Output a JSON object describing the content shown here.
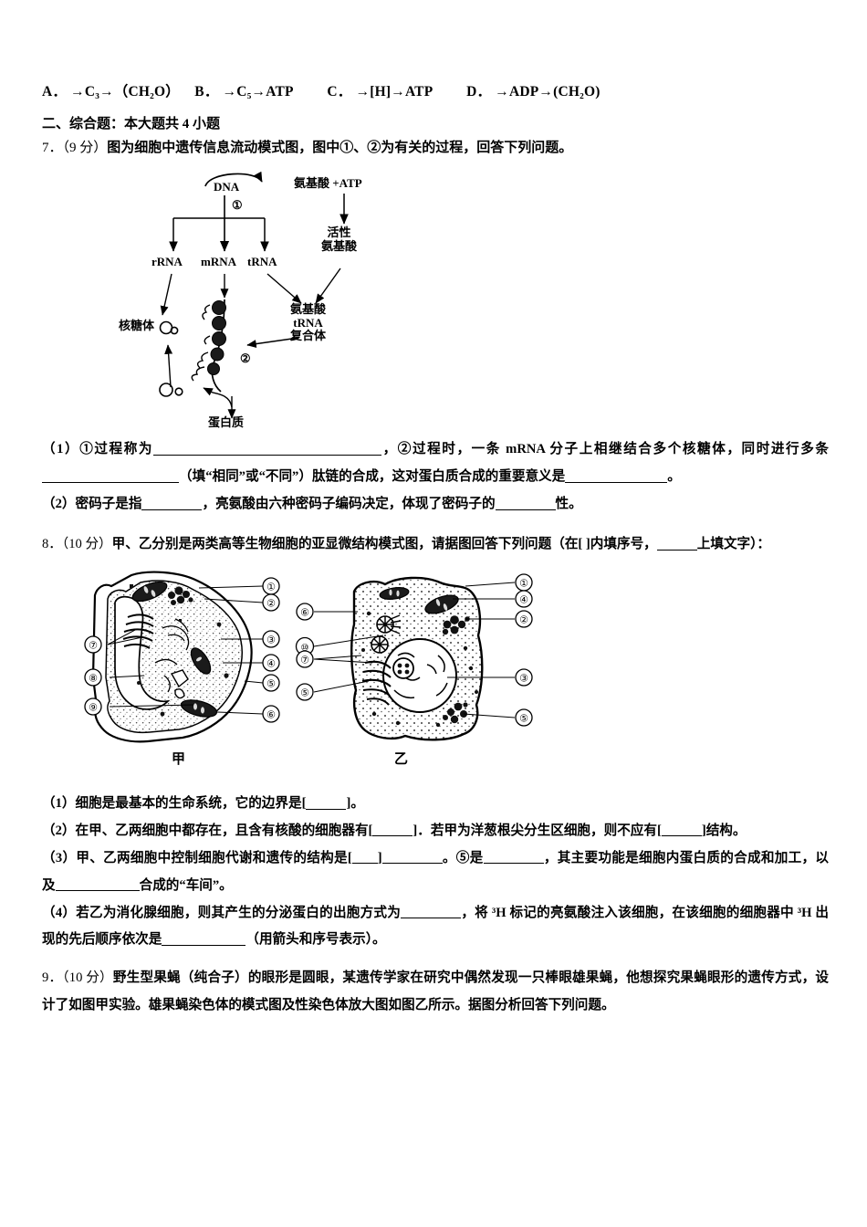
{
  "document": {
    "type": "exam-paper",
    "language": "zh-CN",
    "subject": "biology"
  },
  "choices": {
    "a_label": "A．",
    "a_text": "→C₃→（CH₂O）",
    "b_label": "B．",
    "b_text": "→C₅→ATP",
    "c_label": "C．",
    "c_text": "→[H]→ATP",
    "d_label": "D．",
    "d_text": "→ADP→(CH₂O)"
  },
  "section": {
    "heading": "二、综合题：本大题共 4 小题"
  },
  "q7": {
    "number": "7．",
    "score": "（9 分）",
    "stem": "图为细胞中遗传信息流动模式图，图中①、②为有关的过程，回答下列问题。",
    "figure": {
      "name": "genetic-information-flow-diagram",
      "nodes": {
        "dna": "DNA",
        "process1": "①",
        "rrna": "rRNA",
        "mrna": "mRNA",
        "trna": "tRNA",
        "amino_acid_atp": "氨基酸 +ATP",
        "active_amino_acid": "活性\n氨基酸",
        "aa_trna_complex": "氨基酸\ntRNA\n复合体",
        "ribosome": "核糖体",
        "process2": "②",
        "protein": "蛋白质"
      }
    },
    "sub1": {
      "prefix": "（1）①过程称为",
      "mid1": "，②过程时，一条 mRNA 分子上相继结合多个核糖体，同时进行多条",
      "mid2": "（填“相同”或“不同”）肽链的合成，这对蛋白质合成的重要意义是",
      "tail": "。"
    },
    "sub2": {
      "prefix": "（2）密码子是指",
      "mid1": "，亮氨酸由六种密码子编码决定，体现了密码子的",
      "tail": "性。"
    }
  },
  "q8": {
    "number": "8．",
    "score": "（10 分）",
    "stem_a": "甲、乙分别是两类高等生物细胞的亚显微结构模式图，请据图回答下列问题（在[  ]内填序号，",
    "stem_b": "上填文字）：",
    "figure": {
      "name": "two-cell-ultrastructure-diagram",
      "caption_left": "甲",
      "caption_right": "乙",
      "left_labels": [
        "①",
        "②",
        "③",
        "④",
        "⑤",
        "⑥",
        "⑦",
        "⑧",
        "⑨"
      ],
      "right_labels": [
        "①",
        "④",
        "②",
        "③",
        "⑤",
        "⑥",
        "⑩",
        "⑦",
        "⑤"
      ]
    },
    "sub1": {
      "prefix": "（1）细胞是最基本的生命系统，它的边界是[",
      "tail": "]。"
    },
    "sub2": {
      "prefix": "（2）在甲、乙两细胞中都存在，且含有核酸的细胞器有[",
      "mid": "]．若甲为洋葱根尖分生区细胞，则不应有[",
      "tail": "]结构。"
    },
    "sub3": {
      "prefix": "（3）甲、乙两细胞中控制细胞代谢和遗传的结构是[",
      "mid1": "]",
      "mid2": "。⑤是",
      "mid3": "，其主要功能是细胞内蛋白质的合成和加工，以及",
      "tail": "合成的“车间”。"
    },
    "sub4": {
      "prefix": "（4）若乙为消化腺细胞，则其产生的分泌蛋白的出胞方式为",
      "mid1": "，将 ³H 标记的亮氨酸注入该细胞，在该细胞的细胞器中 ³H 出现的先后顺序依次是",
      "tail": "（用箭头和序号表示）。"
    }
  },
  "q9": {
    "number": "9．",
    "score": "（10 分）",
    "stem": "野生型果蝇（纯合子）的眼形是圆眼，某遗传学家在研究中偶然发现一只棒眼雄果蝇，他想探究果蝇眼形的遗传方式，设计了如图甲实验。雄果蝇染色体的模式图及性染色体放大图如图乙所示。据图分析回答下列问题。"
  }
}
